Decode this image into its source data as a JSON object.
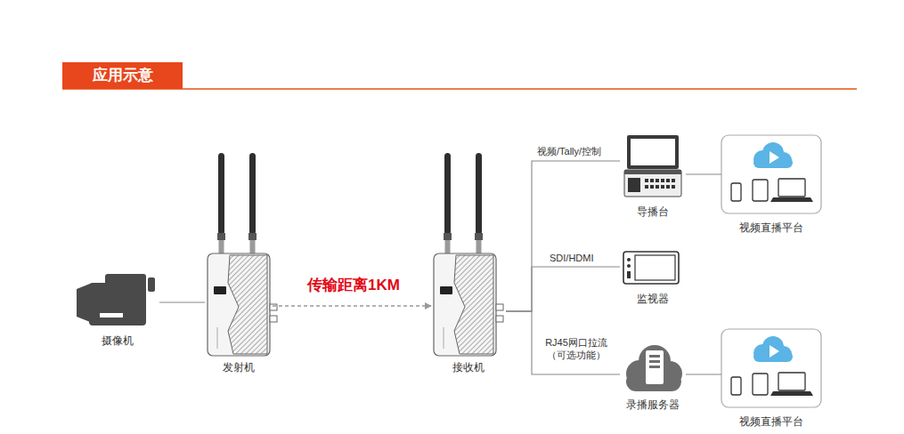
{
  "diagram": {
    "title": "应用示意",
    "nodes": [
      {
        "text": [
          "摄像机"
        ]
      },
      {
        "text": [
          "发射机"
        ]
      },
      {
        "text": [
          "接收机"
        ]
      },
      {
        "text": [
          "导播台"
        ]
      },
      {
        "text": [
          "监视器"
        ]
      },
      {
        "text": [
          "录播服务器"
        ]
      },
      {
        "text": [
          "视频直播平台"
        ]
      },
      {
        "text": [
          "视频直播平台"
        ]
      }
    ],
    "edges": [
      {
        "from": 0,
        "to": 1,
        "arrow": "none"
      },
      {
        "from": 1,
        "to": 2,
        "label": "传输距离1KM",
        "arrow": "to"
      },
      {
        "from": 2,
        "to": 3,
        "label": "视频/Tally/控制",
        "arrow": "none"
      },
      {
        "from": 2,
        "to": 4,
        "label": "SDI/HDMI",
        "arrow": "none"
      },
      {
        "from": 2,
        "to": 5,
        "label": "RJ45网口拉流 （可选功能）",
        "arrow": "none"
      },
      {
        "from": 3,
        "to": 6,
        "arrow": "none"
      },
      {
        "from": 5,
        "to": 7,
        "arrow": "none"
      }
    ]
  }
}
